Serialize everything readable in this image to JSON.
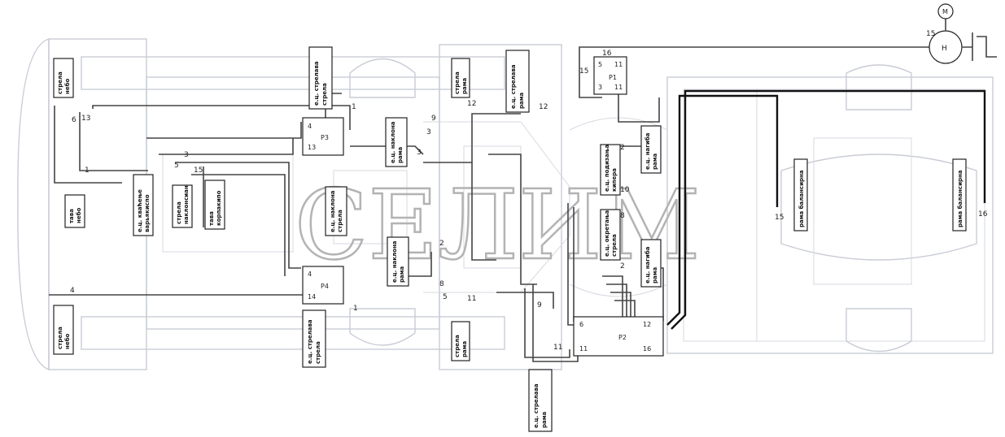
{
  "watermark": "СЕЛИМ",
  "labels": {
    "strela_nebo_top": [
      "стрела",
      "небо"
    ],
    "strela_nebo_bottom": [
      "стрела",
      "небо"
    ],
    "tava_nebo": [
      "тава",
      "небо"
    ],
    "ec_kvachilo": [
      "е.ц. кваћење",
      "варьякиспо"
    ],
    "strela_korpa_1": [
      "стрела",
      "наклонсиан"
    ],
    "strela_korpa_2": [
      "тава",
      "корпакипо"
    ],
    "ec_strelasa_top": [
      "е.ц. стрелaва",
      "стрелa"
    ],
    "ec_strelasa_bottom": [
      "е.ц. стрелaва",
      "стрелa"
    ],
    "ec_nagib_top": [
      "е.ц. наклона",
      "рама"
    ],
    "ec_nagib_mid": [
      "е.ц. наклона",
      "стрела"
    ],
    "ec_nagib_low": [
      "е.ц. наклона",
      "рама"
    ],
    "strela_rama_top": [
      "стрела",
      "рама"
    ],
    "strela_rama_bottom": [
      "стрела",
      "рама"
    ],
    "ec_strelasa_right_top": [
      "е.ц. стрелaва",
      "рама"
    ],
    "ec_strelasa_right_bottom": [
      "е.ц. стрелaва",
      "рама"
    ],
    "ec_podizanje": [
      "е.ц. подизања",
      "кипера"
    ],
    "ec_okretanje": [
      "е.ц. окретања",
      "стрела"
    ],
    "ec_nagiba_top": [
      "е.ц. нагиба",
      "рама"
    ],
    "ec_nagiba_bottom": [
      "е.ц. нагиба",
      "рама"
    ],
    "rama_1": "рама балансирна",
    "rama_2": "рама балансирна"
  },
  "units": {
    "p1": "P1",
    "p2": "P2",
    "p3": "P3",
    "p4": "P4",
    "pump": "H",
    "motor": "M"
  },
  "wire_numbers": [
    "1",
    "2",
    "3",
    "4",
    "5",
    "6",
    "8",
    "9",
    "10",
    "11",
    "12",
    "13",
    "14",
    "15",
    "16"
  ],
  "colors": {
    "ghost": "#c9ccd6",
    "wire": "#444444",
    "wire_dark": "#111111",
    "watermark": "#b3b3b3"
  }
}
